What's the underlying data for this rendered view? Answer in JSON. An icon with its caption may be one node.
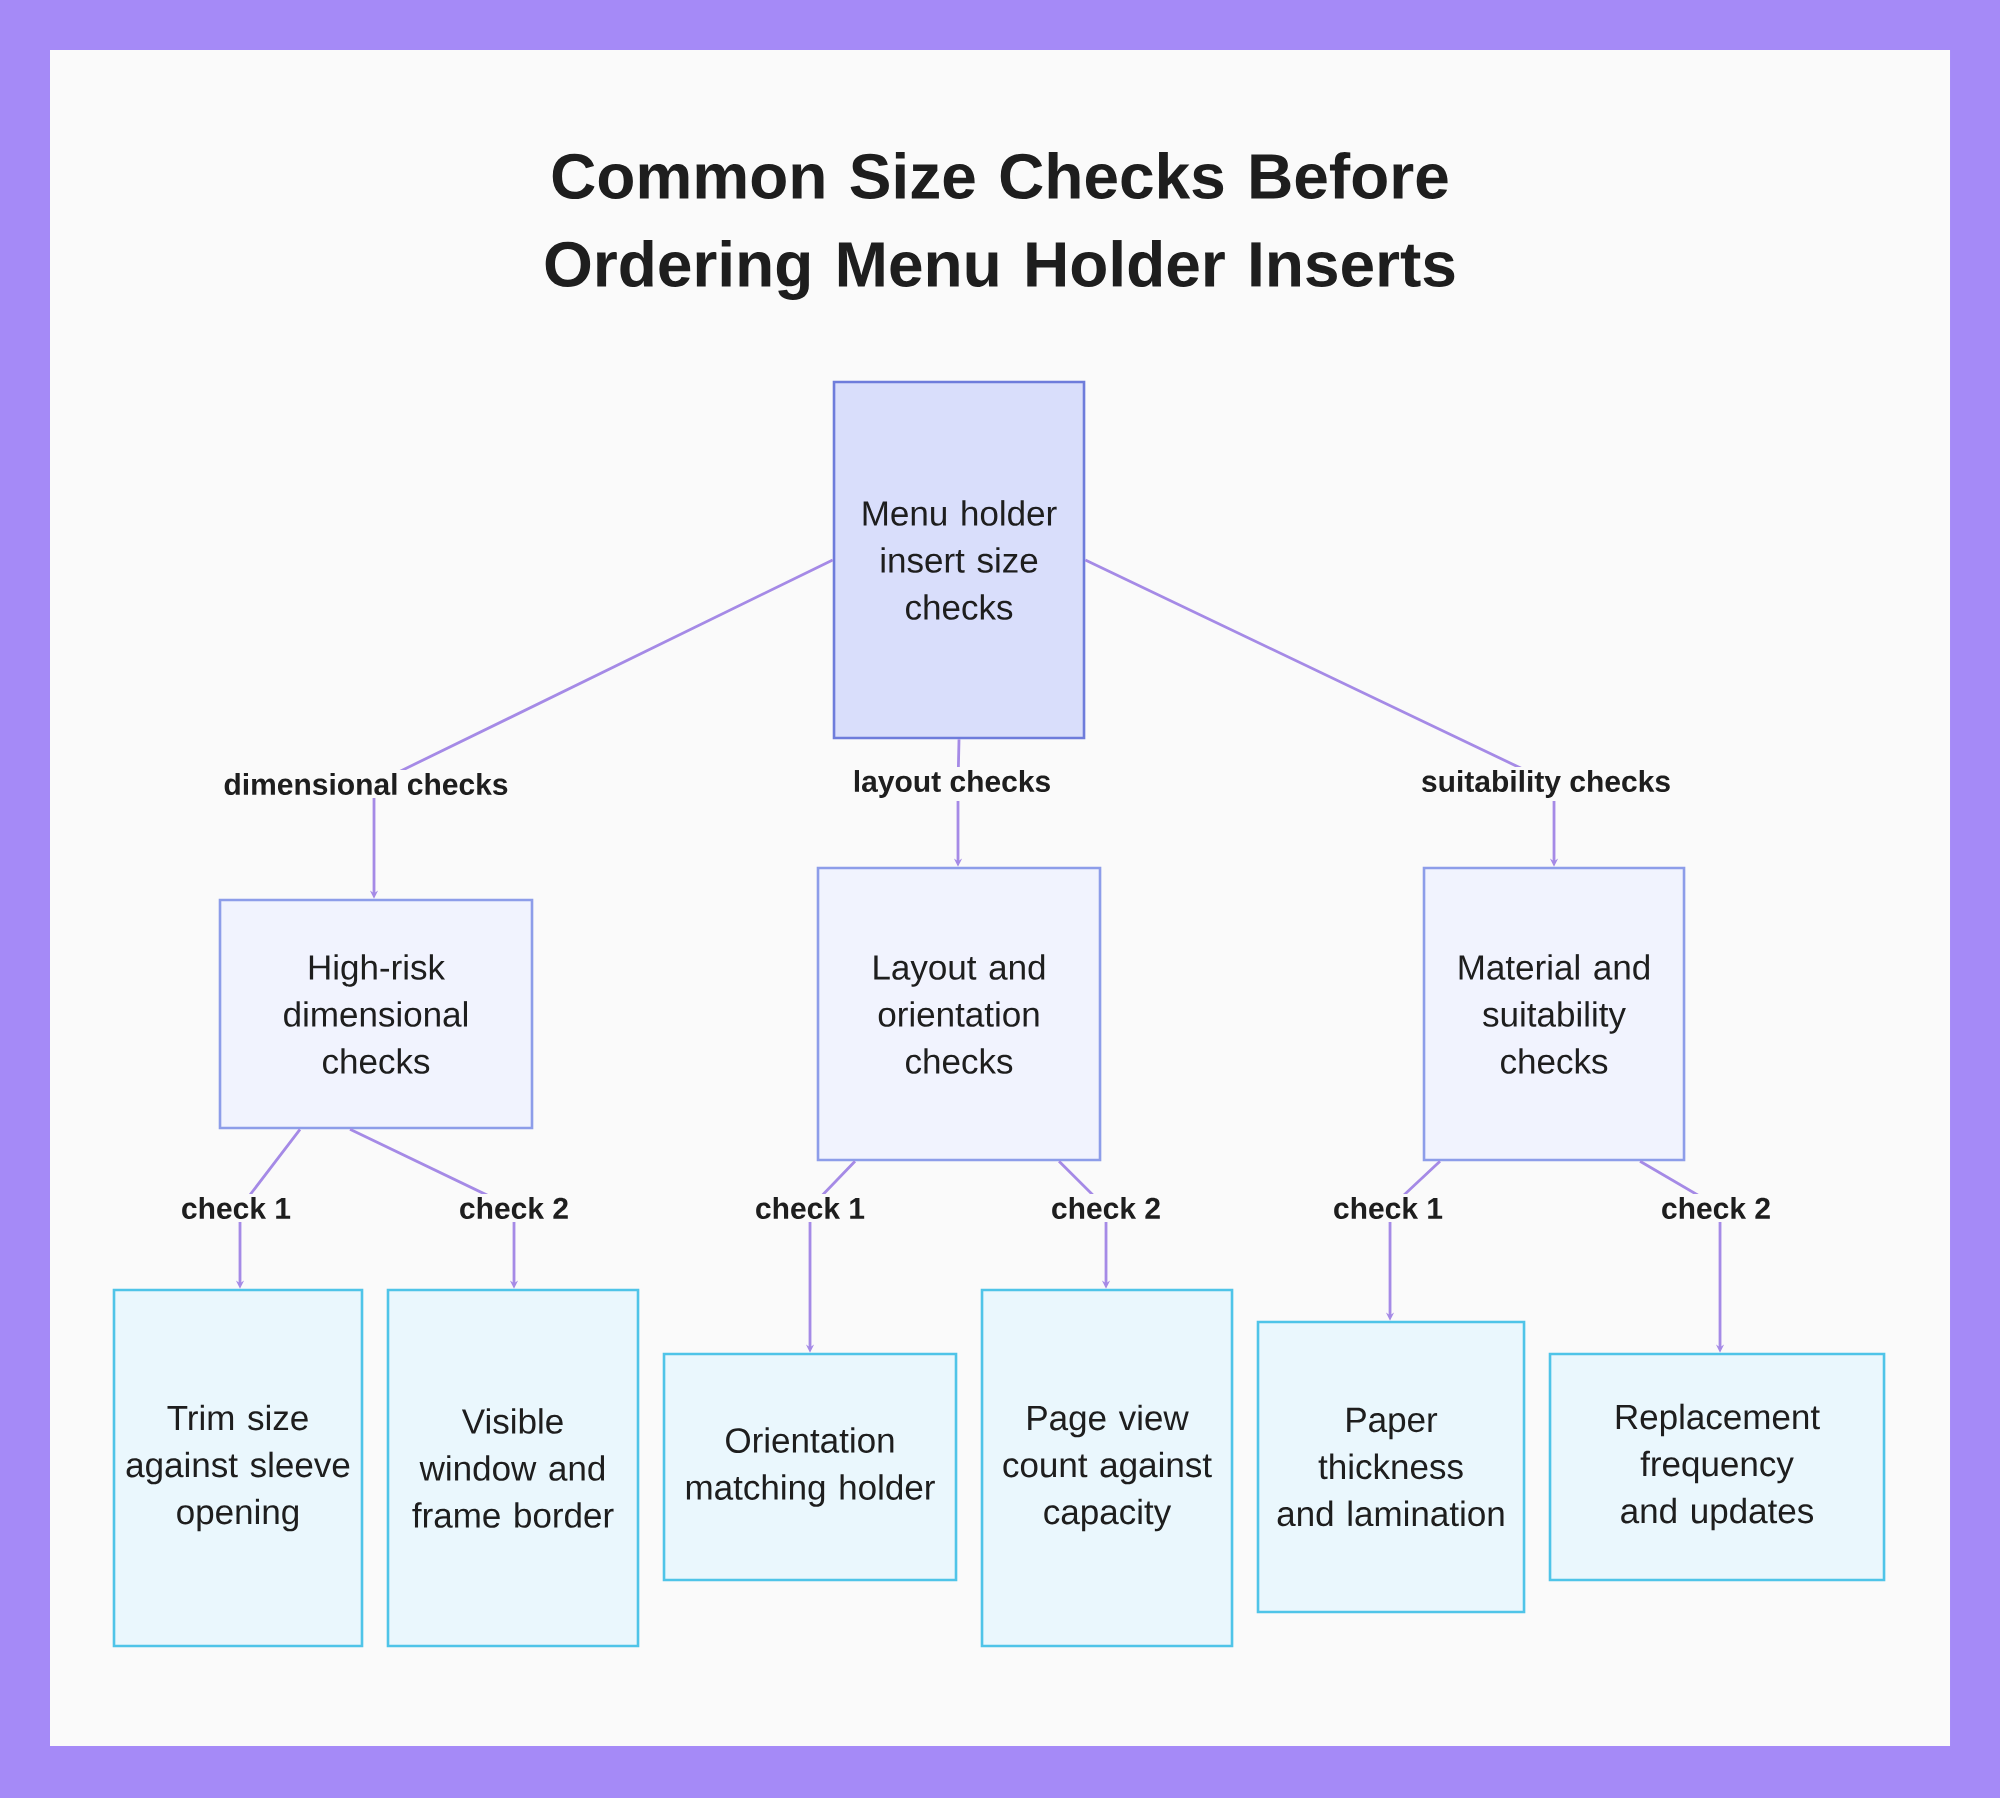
{
  "diagram": {
    "title": "Common Size Checks Before Ordering Menu Holder Inserts",
    "nodes": [
      {
        "text": [
          "Menu holder insert size checks"
        ]
      },
      {
        "text": [
          "High-risk dimensional checks"
        ]
      },
      {
        "text": [
          "Layout and orientation checks"
        ]
      },
      {
        "text": [
          "Material and suitability checks"
        ]
      },
      {
        "text": [
          "Trim size against sleeve opening"
        ]
      },
      {
        "text": [
          "Visible window and frame border"
        ]
      },
      {
        "text": [
          "Orientation matching holder"
        ]
      },
      {
        "text": [
          "Page view count against capacity"
        ]
      },
      {
        "text": [
          "Paper thickness and lamination"
        ]
      },
      {
        "text": [
          "Replacement frequency and updates"
        ]
      }
    ],
    "edges": [
      {
        "from": 0,
        "to": 1,
        "arrow": "to",
        "label": "dimensional checks"
      },
      {
        "from": 0,
        "to": 2,
        "arrow": "to",
        "label": "layout checks"
      },
      {
        "from": 0,
        "to": 3,
        "arrow": "to",
        "label": "suitability checks"
      },
      {
        "from": 1,
        "to": 4,
        "arrow": "to",
        "label": "check 1"
      },
      {
        "from": 1,
        "to": 5,
        "arrow": "to",
        "label": "check 2"
      },
      {
        "from": 2,
        "to": 6,
        "arrow": "to",
        "label": "check 1"
      },
      {
        "from": 2,
        "to": 7,
        "arrow": "to",
        "label": "check 2"
      },
      {
        "from": 3,
        "to": 8,
        "arrow": "to",
        "label": "check 1"
      },
      {
        "from": 3,
        "to": 9,
        "arrow": "to",
        "label": "check 2"
      }
    ]
  }
}
